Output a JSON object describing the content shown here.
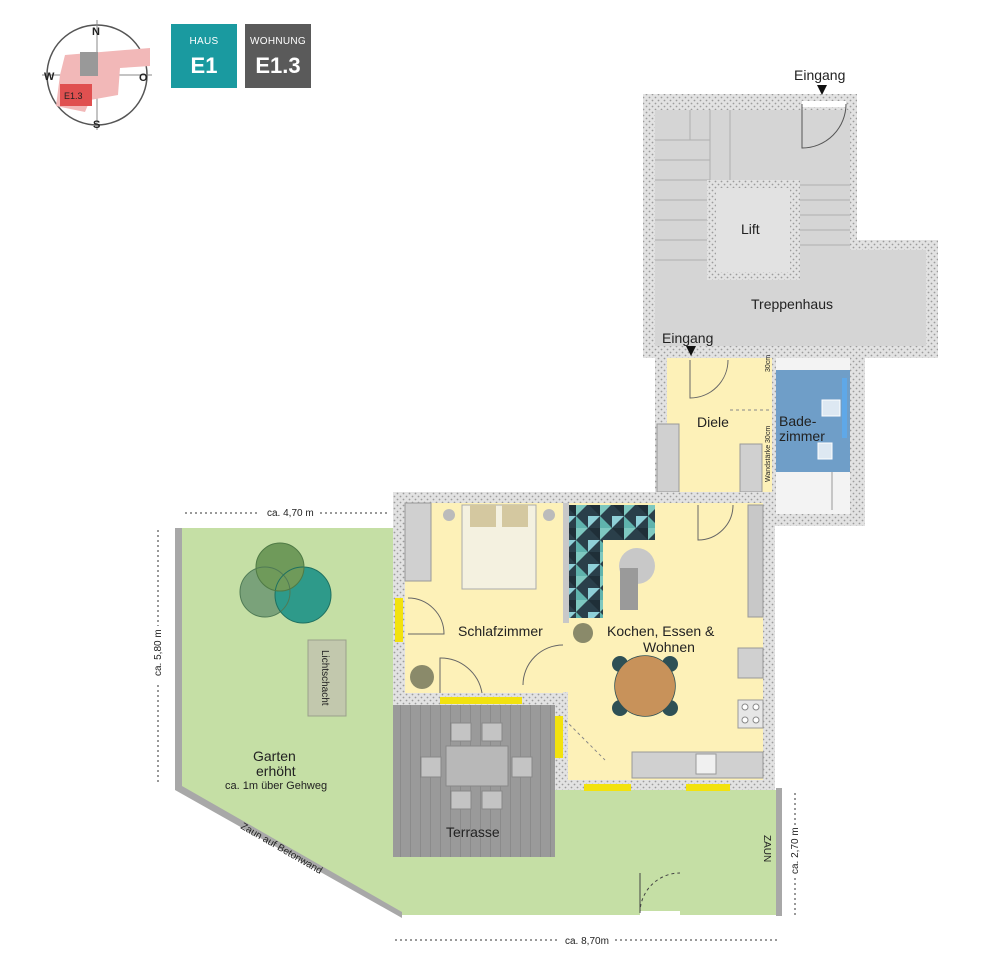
{
  "badges": {
    "haus": {
      "label": "HAUS",
      "value": "E1",
      "color": "#1a9aa0"
    },
    "wohnung": {
      "label": "WOHNUNG",
      "value": "E1.3",
      "color": "#5a5a5a"
    }
  },
  "compass": {
    "n": "N",
    "s": "S",
    "w": "W",
    "o": "O",
    "unit": "E1.3"
  },
  "rooms": {
    "lift": "Lift",
    "treppenhaus": "Treppenhaus",
    "eingang_top": "Eingang",
    "eingang_flat": "Eingang",
    "diele": "Diele",
    "bad_line1": "Bade-",
    "bad_line2": "zimmer",
    "schlafzimmer": "Schlafzimmer",
    "kochen_line1": "Kochen, Essen &",
    "kochen_line2": "Wohnen",
    "terrasse": "Terrasse",
    "garten_line1": "Garten",
    "garten_line2": "erhöht",
    "garten_line3": "ca. 1m über Gehweg",
    "lichtschacht": "Lichtschacht",
    "zaun": "ZAUN",
    "zaun_beton": "Zaun auf Betonwand"
  },
  "notes": {
    "wall_30_top": "30cm",
    "wall_30_side": "Wandstärke 30cm"
  },
  "dimensions": {
    "top": "ca. 4,70 m",
    "left": "ca. 5,80 m",
    "right": "ca. 2,70 m",
    "bottom": "ca. 8,70m"
  },
  "colors": {
    "garden": "#c5dfa5",
    "floor": "#fdf1b8",
    "stair": "#d8d8d8",
    "bath": "#6f9ec8",
    "wall": "#c8c8c8",
    "window": "#f2e20e",
    "deck": "#9a9a9a"
  }
}
